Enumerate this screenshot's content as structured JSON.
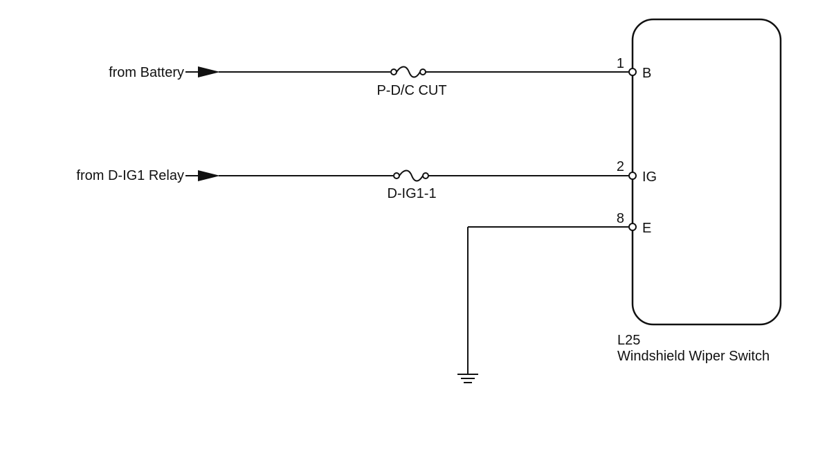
{
  "sources": {
    "battery": "from Battery",
    "dig1_relay": "from D-IG1 Relay"
  },
  "fuses": {
    "pdc_cut": "P-D/C CUT",
    "dig1_1": "D-IG1-1"
  },
  "pins": [
    {
      "number": "1",
      "name": "B"
    },
    {
      "number": "2",
      "name": "IG"
    },
    {
      "number": "8",
      "name": "E"
    }
  ],
  "component": {
    "code": "L25",
    "name": "Windshield Wiper Switch"
  }
}
